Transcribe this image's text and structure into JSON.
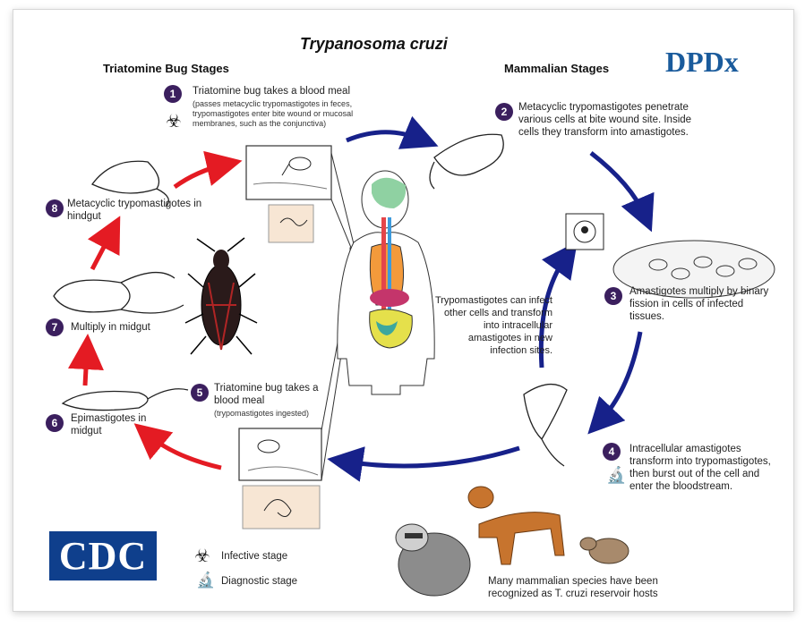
{
  "title": "Trypanosoma cruzi",
  "headers": {
    "bug": "Triatomine Bug Stages",
    "mammal": "Mammalian Stages"
  },
  "logos": {
    "dpdx": "DPDx",
    "cdc": "CDC"
  },
  "steps": {
    "s1": {
      "num": "1",
      "text": "Triatomine bug takes a blood meal",
      "note": "(passes metacyclic trypomastigotes in feces, trypomastigotes enter bite wound or mucosal membranes, such as the conjunctiva)"
    },
    "s2": {
      "num": "2",
      "text": "Metacyclic trypomastigotes penetrate various cells at bite wound site.  Inside cells they transform into amastigotes."
    },
    "s3": {
      "num": "3",
      "text": "Amastigotes multiply by binary fission in cells of infected tissues."
    },
    "s4": {
      "num": "4",
      "text": "Intracellular amastigotes transform into trypomastigotes, then burst out of the cell and enter the bloodstream."
    },
    "s5": {
      "num": "5",
      "text": "Triatomine bug takes a blood meal",
      "note": "(trypomastigotes ingested)"
    },
    "s6": {
      "num": "6",
      "text": "Epimastigotes in midgut"
    },
    "s7": {
      "num": "7",
      "text": "Multiply in midgut"
    },
    "s8": {
      "num": "8",
      "text": "Metacyclic trypomastigotes in hindgut"
    }
  },
  "center_note": "Trypomastigotes can infect other cells and transform into intracellular amastigotes in new infection sites.",
  "reservoir_note": "Many mammalian species have been recognized as T. cruzi reservoir hosts",
  "legend": {
    "infective": "Infective stage",
    "diagnostic": "Diagnostic stage"
  },
  "icons": {
    "infective": "biohazard-icon",
    "diagnostic": "microscope-icon"
  },
  "colors": {
    "bug_arrow": "#e41b23",
    "mammal_arrow": "#17218a",
    "step_badge": "#3b1f5e",
    "cdc_blue": "#0f3f8c",
    "dpdx_blue": "#1a5b9c"
  }
}
